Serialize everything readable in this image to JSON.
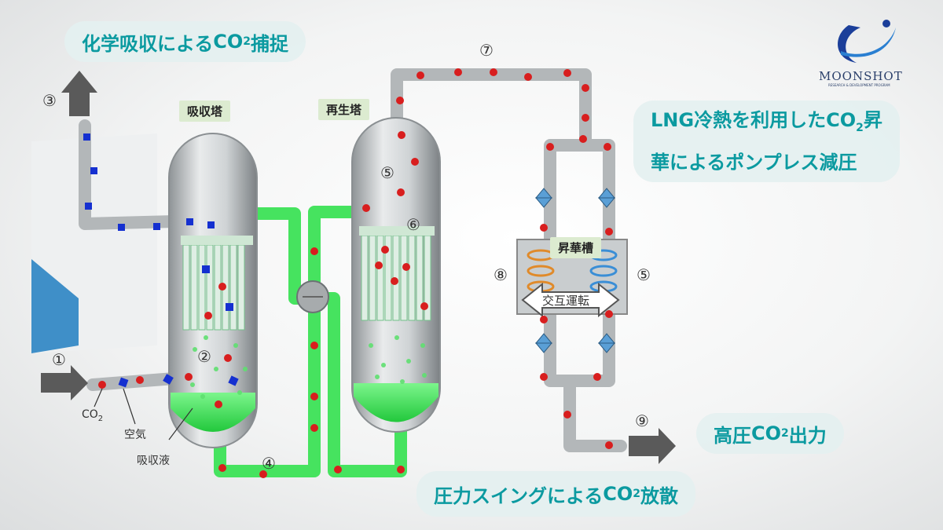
{
  "titles": {
    "capture": {
      "pre": "化学吸収による",
      "co": "CO",
      "sub": "2",
      "post": "捕捉"
    },
    "sublimation": {
      "line1_pre": "LNG冷熱を利用した",
      "line1_co": "CO",
      "line1_sub": "2",
      "line1_post": "昇",
      "line2": "華によるポンプレス減圧"
    },
    "release": {
      "pre": "圧力スイングによる",
      "co": "CO",
      "sub": "2",
      "post": "放散"
    },
    "output": {
      "pre": "高圧",
      "co": "CO",
      "sub": "2",
      "post": "出力"
    }
  },
  "tags": {
    "absorber": "吸収塔",
    "regenerator": "再生塔",
    "sublimation_tank": "昇華槽",
    "alternating": "交互運転"
  },
  "numbers": {
    "n1": "①",
    "n2": "②",
    "n3": "③",
    "n4": "④",
    "n5a": "⑤",
    "n5b": "⑤",
    "n6": "⑥",
    "n7": "⑦",
    "n8": "⑧",
    "n9": "⑨"
  },
  "labels": {
    "co2": "CO",
    "co2_sub": "2",
    "air": "空気",
    "absorbent": "吸収液"
  },
  "logo": {
    "text": "MOONSHOT",
    "subtext": "RESEARCH & DEVELOPMENT PROGRAM"
  },
  "colors": {
    "accent_text": "#0b9aa0",
    "pipe_grey": "#b9bcbe",
    "liquid_green": "#3ee55a",
    "co2_dot": "#d81e1e",
    "air_dot": "#1530d0",
    "logo_blue": "#1b3f9a"
  }
}
